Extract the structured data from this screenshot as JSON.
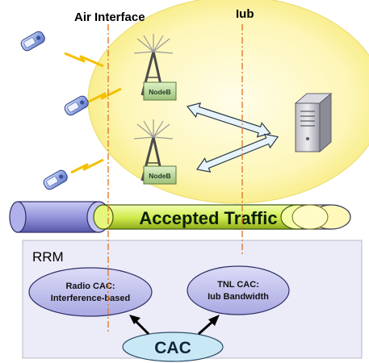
{
  "header": {
    "air_interface_label": "Air Interface",
    "iub_label": "Iub"
  },
  "nodes": [
    {
      "label": "NodeB"
    },
    {
      "label": "NodeB"
    }
  ],
  "traffic": {
    "label": "Accepted Traffic"
  },
  "rrm": {
    "title": "RRM",
    "radio_cac": {
      "line1": "Radio CAC:",
      "line2": "Interference-based"
    },
    "tnl_cac": {
      "line1": "TNL CAC:",
      "line2": "Iub Bandwidth"
    },
    "cac": {
      "label": "CAC"
    }
  },
  "icons": {
    "phones": [
      "mobile-phone-icon",
      "mobile-phone-icon",
      "mobile-phone-icon"
    ],
    "antennas": [
      "antenna-tower-icon",
      "antenna-tower-icon"
    ],
    "server": "server-icon"
  },
  "colors": {
    "coverage_fill": "#fdf6b4",
    "rrm_fill": "#ecebf8",
    "ellipse_fill": "#b9b8ea",
    "traffic_green": "#d8f25a",
    "tube_blue": "#9d9de0",
    "dash_line": "#e07a2a",
    "lightning": "#f4c000"
  }
}
